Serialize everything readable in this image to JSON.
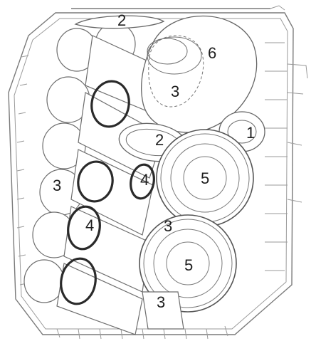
{
  "figure": {
    "callouts": [
      {
        "id": "c1",
        "text": "2"
      },
      {
        "id": "c2",
        "text": "6"
      },
      {
        "id": "c3",
        "text": "3"
      },
      {
        "id": "c4",
        "text": "1"
      },
      {
        "id": "c5",
        "text": "2"
      },
      {
        "id": "c6",
        "text": "4"
      },
      {
        "id": "c7",
        "text": "5"
      },
      {
        "id": "c8",
        "text": "3"
      },
      {
        "id": "c9",
        "text": "4"
      },
      {
        "id": "c10",
        "text": "3"
      },
      {
        "id": "c11",
        "text": "5"
      },
      {
        "id": "c12",
        "text": "3"
      }
    ]
  }
}
